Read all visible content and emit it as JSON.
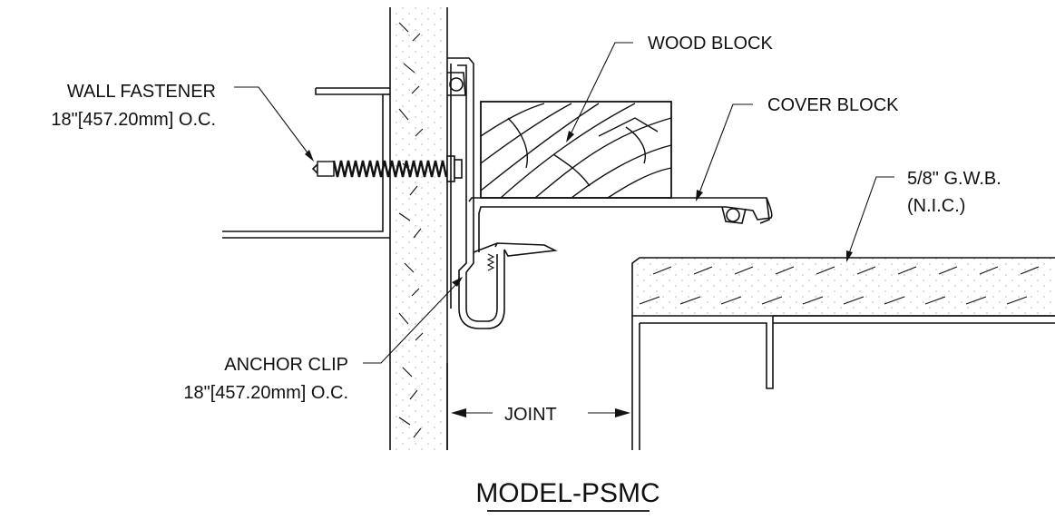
{
  "labels": {
    "wall_fastener": "WALL FASTENER",
    "wall_fastener_spacing": "18\"[457.20mm] O.C.",
    "wood_block": "WOOD BLOCK",
    "cover_block": "COVER BLOCK",
    "gwb": "5/8\" G.W.B.",
    "gwb_nic": "(N.I.C.)",
    "anchor_clip": "ANCHOR CLIP",
    "anchor_clip_spacing": "18\"[457.20mm] O.C.",
    "joint": "JOINT"
  },
  "title": "MODEL-PSMC"
}
